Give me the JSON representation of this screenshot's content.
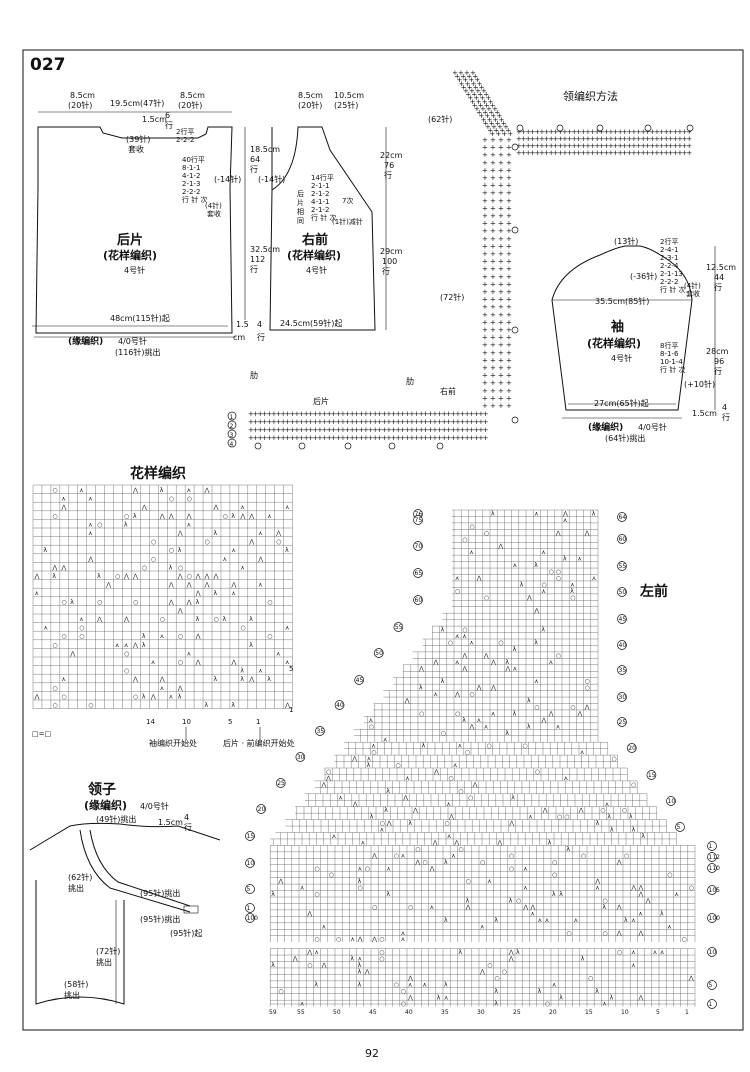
{
  "page": {
    "pattern_number": "027",
    "page_number": "92"
  },
  "back_piece": {
    "title": "后片",
    "subtitle": "(花样编织)",
    "needle": "4号针",
    "dims": {
      "shoulder_left": "8.5cm",
      "shoulder_left_sts": "(20针)",
      "neck_width": "19.5cm(47针)",
      "shoulder_right": "8.5cm",
      "shoulder_right_sts": "(20针)",
      "neck_depth": "1.5cm",
      "neck_rows": "6",
      "neck_rows_unit": "行",
      "neck_bindoff": "(39针)",
      "neck_bindoff_label": "套收",
      "neck_dec_a": "2行平",
      "neck_dec_b": "2-2-2",
      "armhole_height": "18.5cm",
      "armhole_rows": "64",
      "armhole_rows_unit": "行",
      "armhole_dec": "(-14针)",
      "armhole_shaping": [
        "40行平",
        "8-1-1",
        "4-1-2",
        "2-1-3",
        "2-2-2",
        "行 针 次"
      ],
      "armhole_bindoff_sts": "(4针)",
      "armhole_bindoff_label": "套收",
      "body_height": "32.5cm",
      "body_rows": "112",
      "body_rows_unit": "行",
      "cast_on": "48cm(115针)起",
      "border_label": "(缘编织)",
      "border_needle": "4/0号针",
      "border_pickup": "(116针)挑出",
      "border_height": "1.5",
      "border_height_unit": "cm",
      "border_rows": "4",
      "border_rows_unit": "行"
    }
  },
  "right_front": {
    "title": "右前",
    "subtitle": "(花样编织)",
    "needle": "4号针",
    "dims": {
      "shoulder": "8.5cm",
      "shoulder_sts": "(20针)",
      "neck_width": "10.5cm",
      "neck_sts": "(25针)",
      "top_height": "22cm",
      "top_rows": "76",
      "top_rows_unit": "行",
      "armhole_dec": "(-14针)",
      "same_as_back": [
        "后",
        "片",
        "相",
        "同"
      ],
      "neck_shaping": [
        "14行平",
        "2-1-1",
        "2-1-2",
        "4-1-1",
        "2-1-2",
        "行 针 次"
      ],
      "neck_dec_note_a": "7次",
      "neck_dec_note_b": "(1针)减针",
      "lower_height": "29cm",
      "lower_rows": "100",
      "lower_rows_unit": "行",
      "cast_on": "24.5cm(59针)起"
    }
  },
  "collar_method": {
    "title": "领编织方法",
    "sts_62": "(62针)",
    "sts_72": "(72针)",
    "label_side": "肋",
    "label_side2": "肋",
    "label_back": "后片",
    "label_front": "右前",
    "rows": [
      "1",
      "2",
      "3",
      "4"
    ]
  },
  "sleeve": {
    "title": "袖",
    "subtitle": "(花样编织)",
    "needle": "4号针",
    "top_sts": "(13针)",
    "cap_dec": "(-36针)",
    "cap_shaping": [
      "2行平",
      "2-4-1",
      "2-3-1",
      "2-2-4",
      "2-1-13",
      "2-2-2",
      "行 针 次"
    ],
    "cap_bindoff_sts": "(4针)",
    "cap_bindoff_label": "套收",
    "cap_height": "12.5cm",
    "cap_rows": "44",
    "cap_rows_unit": "行",
    "width": "35.5cm(85针)",
    "side_shaping": [
      "8行平",
      "8-1-6",
      "10-1-4",
      "行 针 次"
    ],
    "side_inc": "(+10针)",
    "body_height": "28cm",
    "body_rows": "96",
    "body_rows_unit": "行",
    "cast_on": "27cm(65针)起",
    "border_label": "(缘编织)",
    "border_needle": "4/0号针",
    "border_pickup": "(64针)挑出",
    "border_height": "1.5cm",
    "border_rows": "4",
    "border_rows_unit": "行"
  },
  "pattern_chart": {
    "title": "花样编织",
    "col_labels": [
      "14",
      "10",
      "5",
      "1"
    ],
    "row_labels": [
      "5",
      "1"
    ],
    "legend": "□=□",
    "sleeve_start": "袖编织开始处",
    "body_start": "后片 · 前编织开始处"
  },
  "collar": {
    "title": "领子",
    "subtitle": "(缘编织)",
    "needle": "4/0号针",
    "sts_49": "(49针)挑出",
    "height": "1.5cm",
    "rows": "4",
    "rows_unit": "行",
    "sts_62": "(62针)",
    "sts_62b": "挑出",
    "sts_95a": "(95针)挑出",
    "sts_95b": "(95针)挑出",
    "sts_95c": "(95针)起",
    "sts_72": "(72针)",
    "sts_72b": "挑出",
    "sts_58": "(58针)",
    "sts_58b": "挑出"
  },
  "left_front_chart": {
    "title": "左前",
    "left_row_labels": [
      "76",
      "75",
      "70",
      "65",
      "60",
      "55",
      "50",
      "45",
      "40",
      "35",
      "30",
      "25",
      "20",
      "15",
      "10",
      "5",
      "1",
      "100"
    ],
    "right_row_labels": [
      "64",
      "60",
      "55",
      "50",
      "45",
      "40",
      "35",
      "30",
      "25",
      "20",
      "15",
      "10",
      "5",
      "1",
      "112",
      "110",
      "105",
      "100",
      "10",
      "5",
      "1"
    ],
    "bottom_col_labels": [
      "59",
      "55",
      "50",
      "45",
      "40",
      "35",
      "30",
      "25",
      "20",
      "15",
      "10",
      "5",
      "1"
    ]
  }
}
